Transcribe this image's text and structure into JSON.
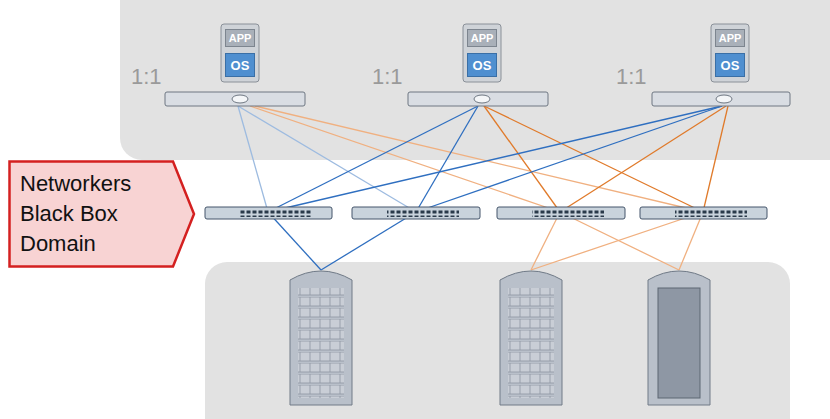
{
  "diagram": {
    "nodes": [
      {
        "text": [
          "APP"
        ]
      },
      {
        "text": [
          "OS"
        ]
      },
      {
        "text": [
          "APP"
        ]
      },
      {
        "text": [
          "OS"
        ]
      },
      {
        "text": [
          "APP"
        ]
      },
      {
        "text": [
          "OS"
        ]
      },
      {
        "text": [
          "Networkers Black Box Domain"
        ]
      }
    ],
    "labels": [
      "1:1",
      "1:1",
      "1:1"
    ]
  }
}
